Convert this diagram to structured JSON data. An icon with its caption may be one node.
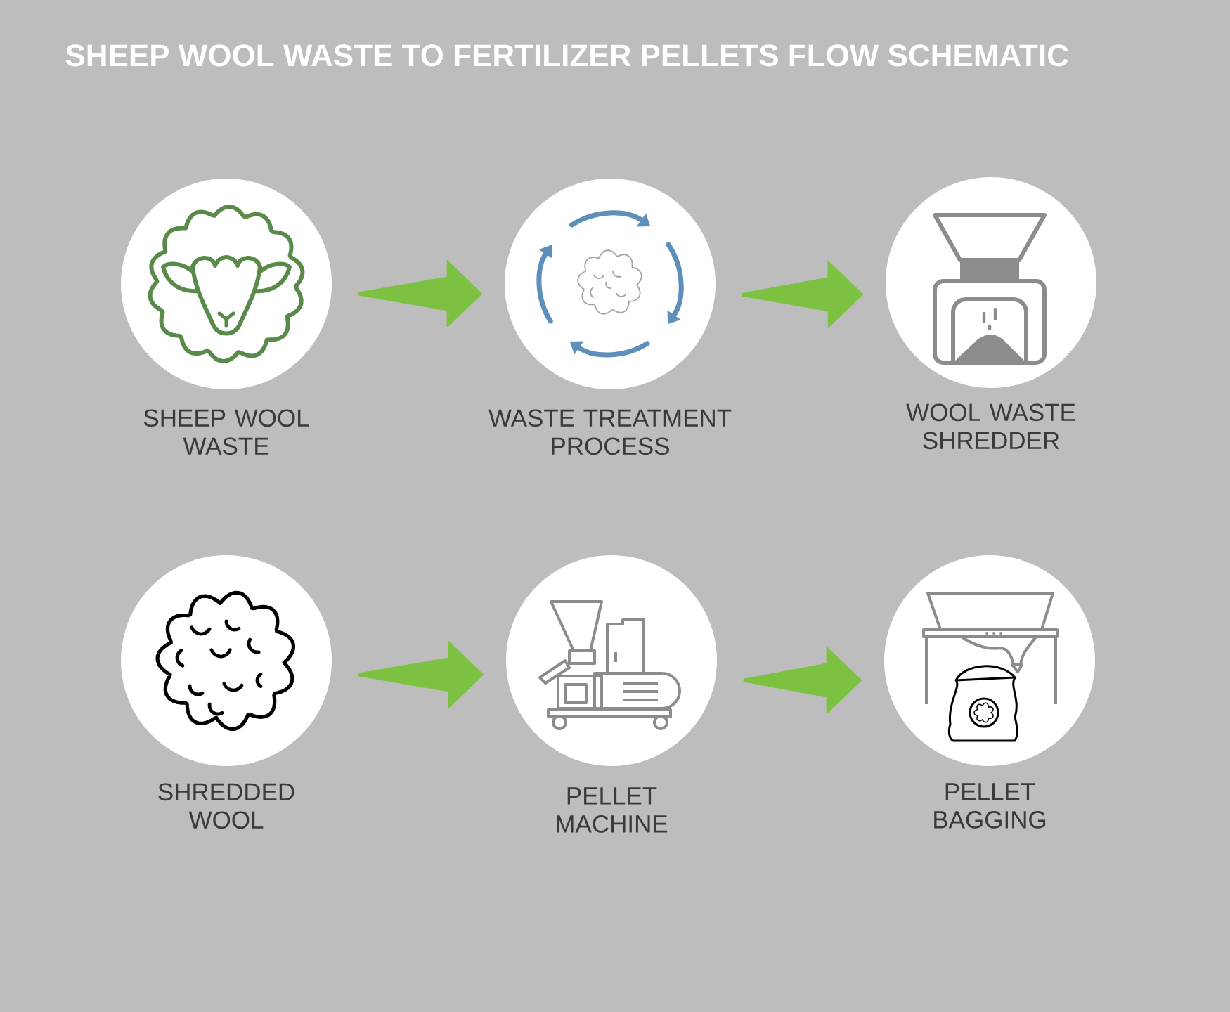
{
  "diagram": {
    "title": "SHEEP WOOL WASTE TO FERTILIZER PELLETS FLOW SCHEMATIC",
    "nodes": [
      {
        "text": [
          "SHEEP WOOL WASTE"
        ]
      },
      {
        "text": [
          "WASTE TREATMENT PROCESS"
        ]
      },
      {
        "text": [
          "WOOL WASTE SHREDDER"
        ]
      },
      {
        "text": [
          "SHREDDED WOOL"
        ]
      },
      {
        "text": [
          "PELLET MACHINE"
        ]
      },
      {
        "text": [
          "PELLET BAGGING"
        ]
      }
    ],
    "edges": [
      {
        "from": 0,
        "to": 1,
        "arrow": "to"
      },
      {
        "from": 1,
        "to": 2,
        "arrow": "to"
      },
      {
        "from": 3,
        "to": 4,
        "arrow": "to"
      },
      {
        "from": 4,
        "to": 5,
        "arrow": "to"
      }
    ]
  }
}
